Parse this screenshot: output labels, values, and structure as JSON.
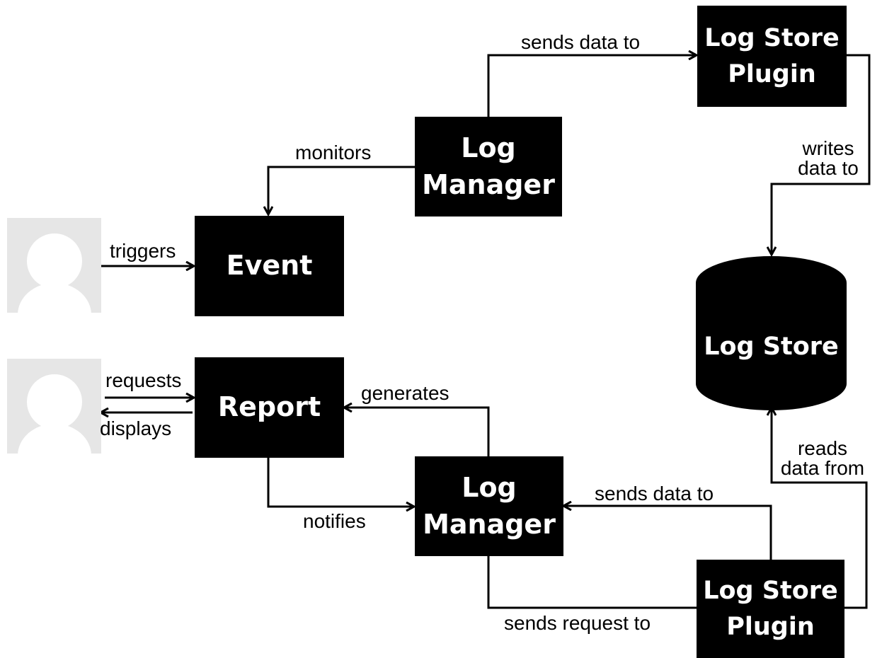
{
  "nodes": {
    "log_manager_top": "Log Manager",
    "log_store_plugin_top": "Log Store Plugin",
    "event": "Event",
    "log_store": "Log Store",
    "report": "Report",
    "log_manager_bottom": "Log Manager",
    "log_store_plugin_bottom": "Log Store Plugin"
  },
  "edges": {
    "sends_data_to_top": "sends data to",
    "monitors": "monitors",
    "writes_data_to_line1": "writes",
    "writes_data_to_line2": "data to",
    "triggers": "triggers",
    "requests": "requests",
    "displays": "displays",
    "generates": "generates",
    "notifies": "notifies",
    "reads_data_from_line1": "reads",
    "reads_data_from_line2": "data from",
    "sends_data_to_bottom": "sends data to",
    "sends_request_to": "sends request to"
  },
  "icons": {
    "user_top": "user-avatar-icon",
    "user_bottom": "user-avatar-icon"
  },
  "colors": {
    "node_fill": "#000000",
    "node_text": "#ffffff",
    "wire": "#000000",
    "avatar_bg": "#e6e6e6",
    "avatar_fg": "#ffffff"
  }
}
